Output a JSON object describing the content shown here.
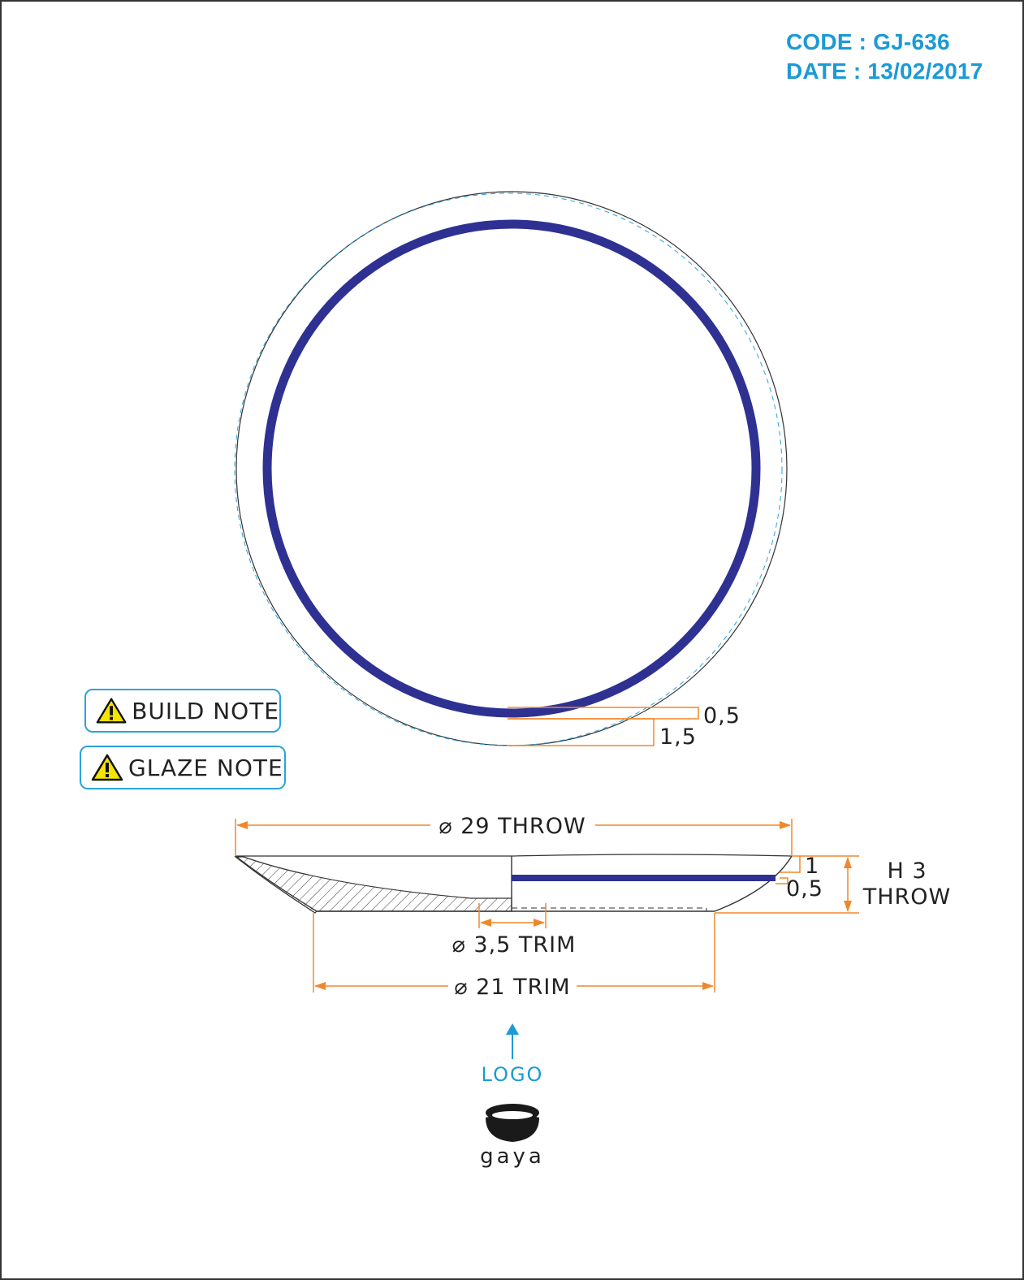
{
  "header": {
    "code": "CODE : GJ-636",
    "date": "DATE : 13/02/2017"
  },
  "notes": [
    {
      "label": "BUILD NOTE",
      "icon": "warning-icon"
    },
    {
      "label": "GLAZE NOTE",
      "icon": "warning-icon"
    }
  ],
  "top_view": {
    "dim_inner": "0,5",
    "dim_outer": "1,5"
  },
  "section_view": {
    "diameter_top": "⌀ 29 THROW",
    "rim_thickness": "1",
    "band_thickness": "0,5",
    "height_line1": "H 3",
    "height_line2": "THROW",
    "diameter_foot_inner": "⌀ 3,5 TRIM",
    "diameter_foot": "⌀ 21 TRIM"
  },
  "logo": {
    "pointer_label": "LOGO",
    "brand": "gaya",
    "icon": "bowl-logo-icon"
  },
  "colors": {
    "accent": "#1b9ad6",
    "dimension": "#f0882a",
    "band": "#2e3192",
    "outline": "#222222"
  }
}
